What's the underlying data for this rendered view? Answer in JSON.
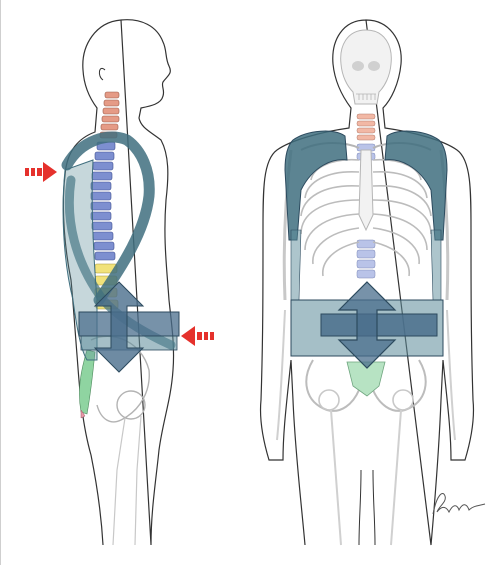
{
  "figure": {
    "views": [
      "side-view",
      "front-view"
    ],
    "artist_signature": "Brown",
    "colors": {
      "outline": "#333333",
      "bone": "#c9c9c9",
      "brace": "#3f6f7f",
      "brace_fill": "#5b8b99",
      "cervical": "#e59b86",
      "thoracic": "#7d8fd0",
      "lumbar": "#f1e27a",
      "sacrum": "#8fd4a1",
      "arrow_red": "#e5312c",
      "arrow_blue": "#4a6e8c"
    }
  }
}
